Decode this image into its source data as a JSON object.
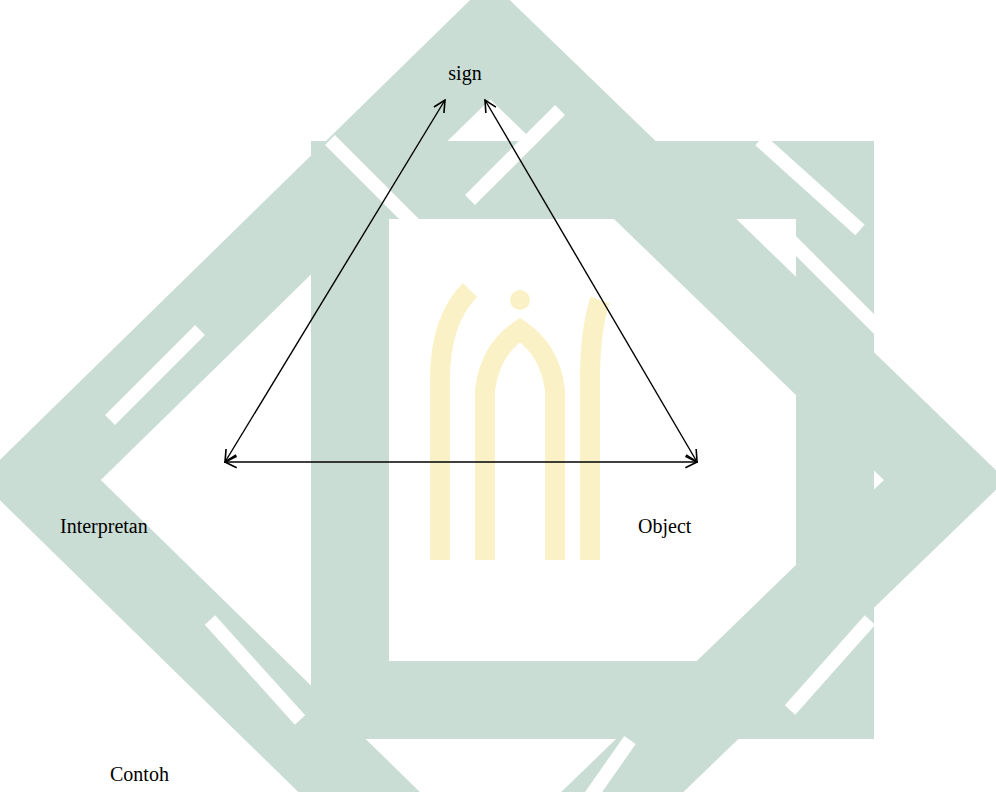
{
  "diagram": {
    "nodes": [
      {
        "text": [
          "sign"
        ]
      },
      {
        "text": [
          "Interpretan"
        ]
      },
      {
        "text": [
          "Object"
        ]
      }
    ],
    "edges": [
      {
        "from": 1,
        "to": 0,
        "arrow": "both"
      },
      {
        "from": 0,
        "to": 2,
        "arrow": "both"
      },
      {
        "from": 1,
        "to": 2,
        "arrow": "both"
      }
    ],
    "labels": [
      "Contoh"
    ]
  }
}
